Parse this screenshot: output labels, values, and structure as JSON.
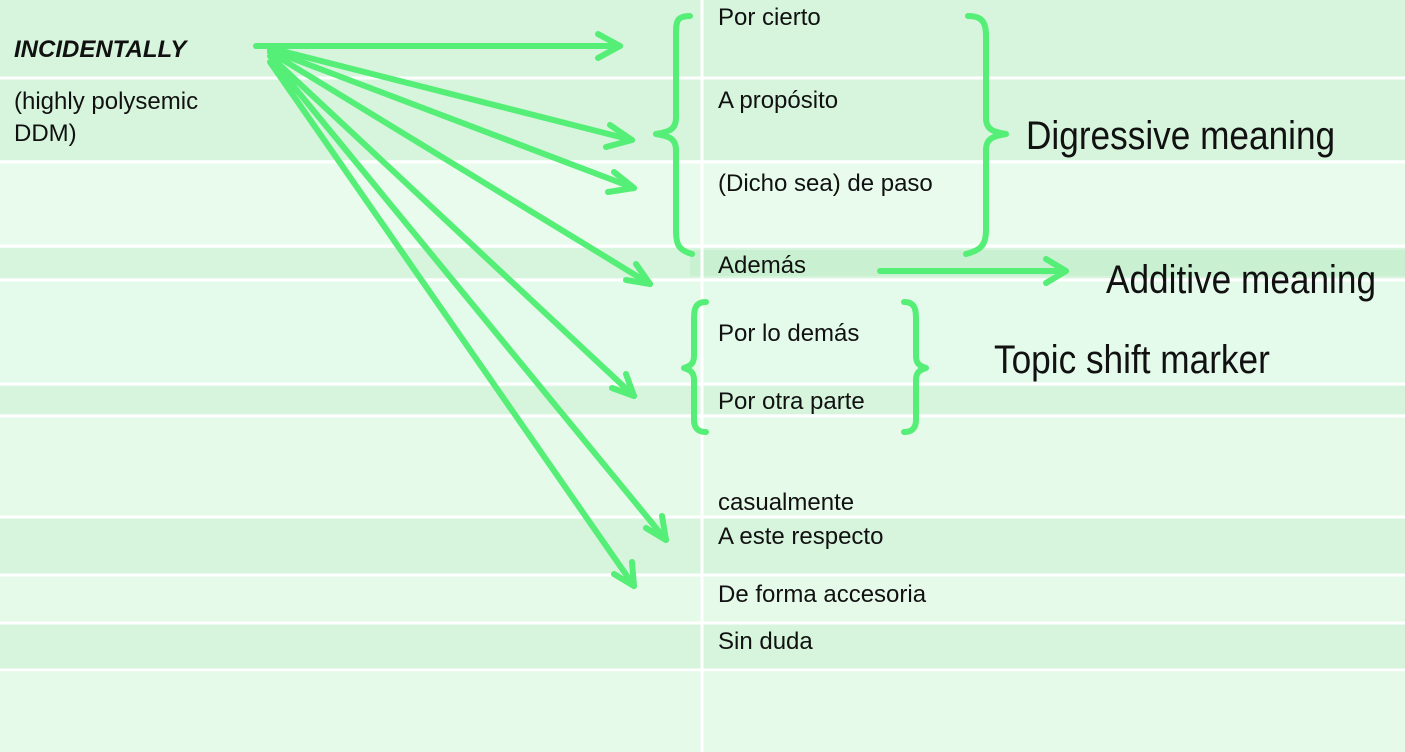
{
  "source": {
    "term": "INCIDENTALLY",
    "note_line1": "(highly polysemic",
    "note_line2": "DDM)"
  },
  "translations": [
    "Por cierto",
    "A propósito",
    "(Dicho sea) de paso",
    "Además",
    "Por lo demás",
    "Por otra parte",
    "casualmente",
    "A este respecto",
    "De forma accesoria",
    "Sin duda"
  ],
  "groups": {
    "digressive": "Digressive meaning",
    "additive": "Additive meaning",
    "topic_shift": "Topic shift marker"
  },
  "colors": {
    "arrow": "#55ee77",
    "background": "#d6f5dc",
    "row_light": "#e6faea",
    "row_line": "#ffffff",
    "text": "#111111"
  }
}
